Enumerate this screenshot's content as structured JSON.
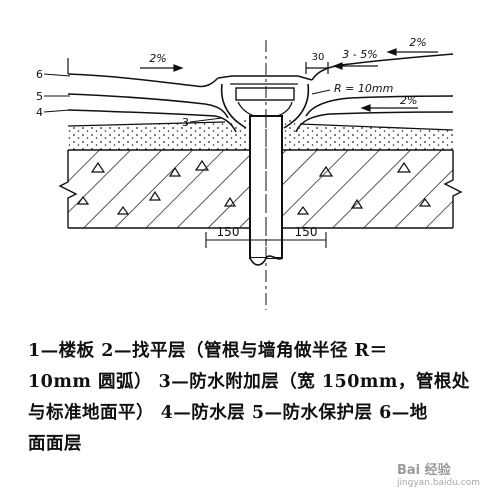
{
  "diagram": {
    "layer_numbers": [
      "6",
      "5",
      "4",
      "3"
    ],
    "slope_left": "2%",
    "slope_right": "2%",
    "slope_right_lower": "2%",
    "slope_collar": "3 - 5%",
    "collar_dim": "30",
    "radius_label": "R = 10mm",
    "dim_left": "150",
    "dim_right": "150"
  },
  "caption": {
    "lines": [
      "1—楼板  2—找平层（管根与墙角做半径 R＝",
      "10mm 圆弧） 3—防水附加层（宽 150mm，管根处",
      "与标准地面平） 4—防水层  5—防水保护层  6—地",
      "面面层"
    ]
  },
  "watermark": {
    "text": "Bai 经验",
    "url": "jingyan.baidu.com"
  },
  "colors": {
    "ink": "#111111",
    "paper": "#ffffff"
  }
}
